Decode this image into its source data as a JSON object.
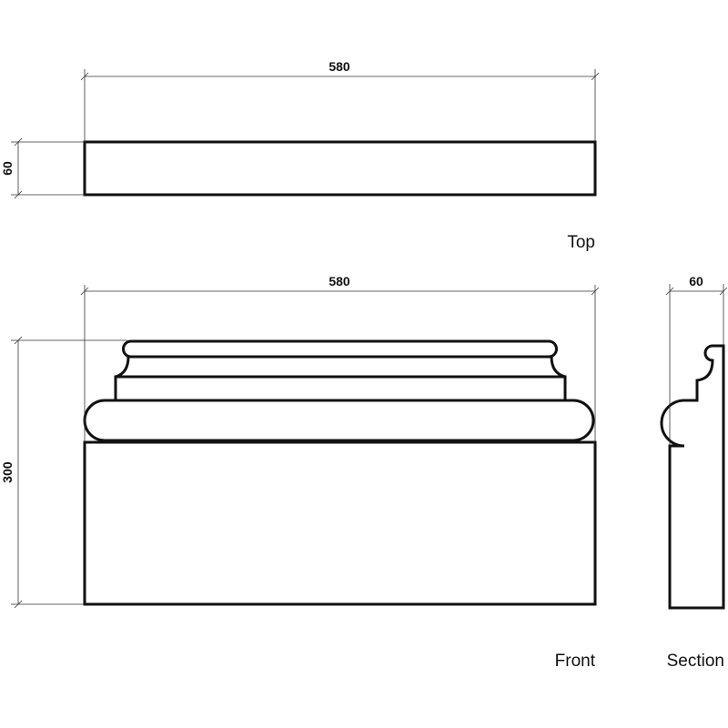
{
  "top_view": {
    "label": "Top",
    "width_dim": "580",
    "depth_dim": "60"
  },
  "front_view": {
    "label": "Front",
    "width_dim": "580",
    "height_dim": "300"
  },
  "section_view": {
    "label": "Section",
    "depth_dim": "60"
  }
}
